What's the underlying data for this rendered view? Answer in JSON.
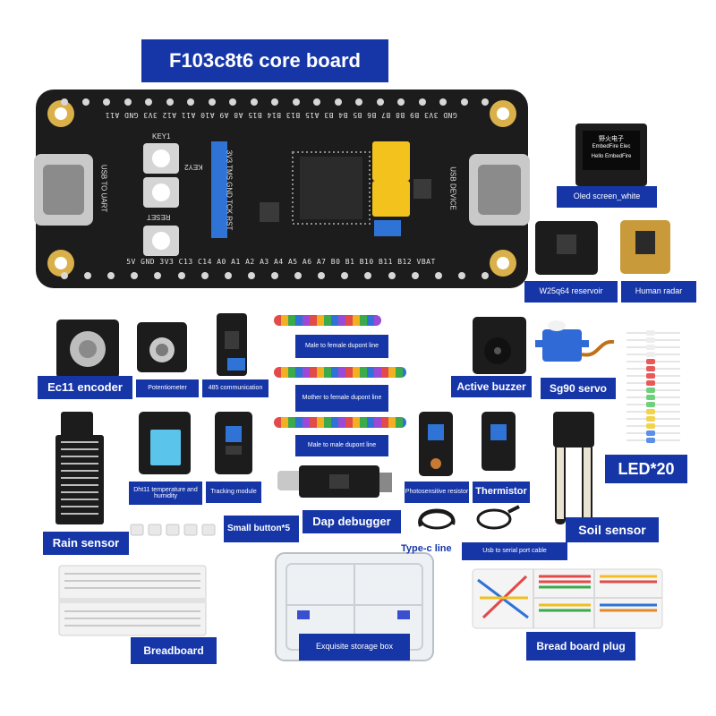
{
  "title": "F103c8t6 core board",
  "labels": {
    "oled": "Oled screen_white",
    "w25q64": "W25q64 reservoir",
    "radar": "Human radar",
    "ec11": "Ec11 encoder",
    "potentiometer": "Potentiometer",
    "comm485": "485 communication",
    "male_female": "Male to female dupont line",
    "mother_female": "Mother to female dupont line",
    "male_male": "Male to male dupont line",
    "buzzer": "Active buzzer",
    "servo": "Sg90 servo",
    "led": "LED*20",
    "dht11": "Dht11 temperature and humidity",
    "tracking": "Tracking module",
    "photosensitive": "Photosensitive resistor",
    "thermistor": "Thermistor",
    "dap": "Dap debugger",
    "small_button": "Small button*5",
    "rain": "Rain sensor",
    "soil": "Soil sensor",
    "typec": "Type-c line",
    "usb_serial": "Usb to serial port cable",
    "breadboard": "Breadboard",
    "storage": "Exquisite storage box",
    "plug": "Bread board plug"
  },
  "board_text": {
    "key1": "KEY1",
    "key2": "KEY2",
    "reset": "RESET",
    "header": "3V3 TMS GND TCK RST",
    "usb_left": "USB TO UART",
    "usb_right": "USB DEVICE",
    "top_pins": "GND 3V3 B9 B8 B7 B6 B5 B4 B3 A15 B13 B14 B15 A8 A9 A10 A11 A12 3V3 GND A11",
    "bottom_pins": "5V GND 3V3 C13 C14 A0 A1 A2 A3 A4 A5 A6 A7 B0 B1 B10 B11 B12 VBAT"
  },
  "oled_text": [
    "野火电子",
    "EmbedFire Elec",
    "Hello EmbedFire"
  ],
  "colors": {
    "label_bg": "#1636a8",
    "pcb": "#1c1c1c",
    "header_blue": "#2f73d6",
    "relay_yellow": "#f4c21c"
  }
}
